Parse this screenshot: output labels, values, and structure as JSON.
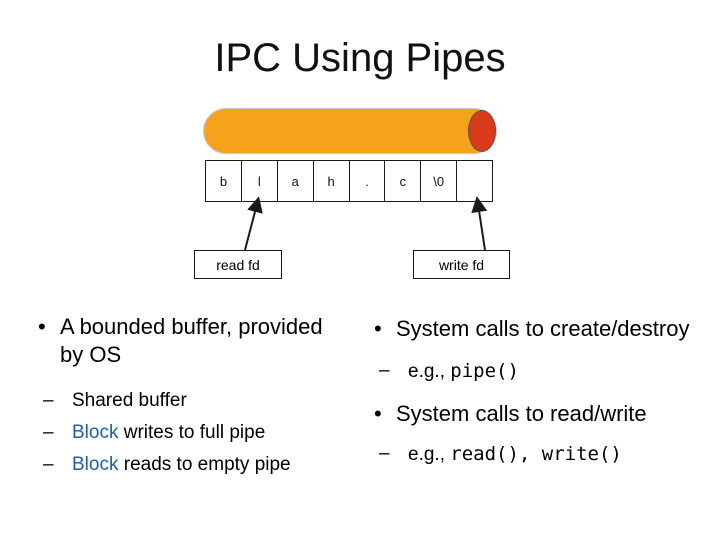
{
  "slide": {
    "title": "IPC Using Pipes"
  },
  "colors": {
    "pipe_fill": "#f7a21b",
    "pipe_end": "#d83a1a",
    "highlight": "#1f5fa8"
  },
  "diagram": {
    "buffer_cells": [
      "b",
      "l",
      "a",
      "h",
      ".",
      "c",
      "\\0",
      ""
    ],
    "read_fd_label": "read fd",
    "write_fd_label": "write fd"
  },
  "left_column": {
    "bullet": "A bounded buffer, provided by OS",
    "sub_items": [
      {
        "highlight": "",
        "text": "Shared buffer"
      },
      {
        "highlight": "Block",
        "text": " writes to full pipe"
      },
      {
        "highlight": "Block",
        "text": " reads to empty pipe"
      }
    ]
  },
  "right_column": {
    "bullet1": "System calls to create/destroy",
    "sub1": {
      "prefix": "e.g., ",
      "code": "pipe()"
    },
    "bullet2": " System calls to read/write",
    "sub2": {
      "prefix": "e.g., ",
      "code": "read(), write()"
    }
  }
}
